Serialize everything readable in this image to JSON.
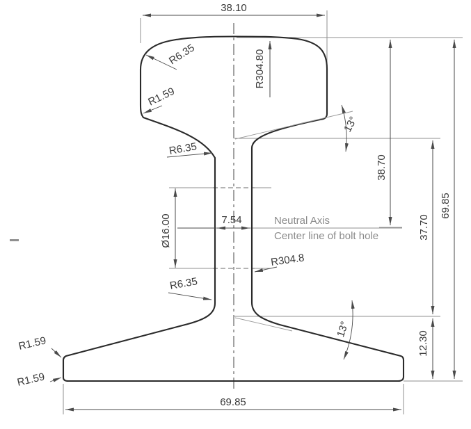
{
  "drawing": {
    "type": "rail-cross-section",
    "units_implied": "mm",
    "labels": {
      "head_width": "38.10",
      "crown_radius": "R304.80",
      "head_corner_radius": "R6.35",
      "head_lower_corner_radius": "R1.59",
      "upper_web_fillet_radius": "R6.35",
      "web_thickness": "7.54",
      "bolt_hole_diameter": "Ø16.00",
      "web_face_radius": "R304.8",
      "lower_web_fillet_radius": "R6.35",
      "foot_edge_radius_upper": "R1.59",
      "foot_edge_radius_lower": "R1.59",
      "head_slope_angle": "13°",
      "foot_slope_angle": "13°",
      "top_to_neutral_axis": "38.70",
      "head_base_to_foot_line": "37.70",
      "foot_thickness": "12.30",
      "total_height": "69.85",
      "foot_width": "69.85"
    },
    "notes": {
      "neutral_axis": "Neutral Axis",
      "bolt_hole_centerline": "Center line of bolt hole"
    },
    "colors": {
      "outline": "#2a2a2a",
      "dimension": "#4a4a4a",
      "reference": "#8f8f8f",
      "note_text": "#8a8a8a",
      "background": "#ffffff"
    }
  }
}
